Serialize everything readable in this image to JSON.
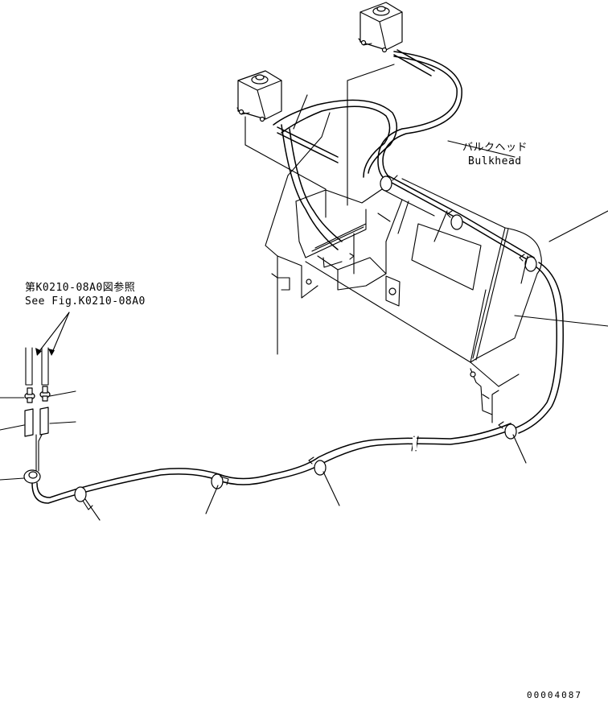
{
  "labels": {
    "bulkhead_jp": "バルクヘッド",
    "bulkhead_en": "Bulkhead",
    "ref_jp": "第K0210-08A0図参照",
    "ref_en": "See Fig.K0210-08A0",
    "drawing_number": "00004087"
  },
  "colors": {
    "ink": "#000000",
    "paper": "#ffffff"
  }
}
